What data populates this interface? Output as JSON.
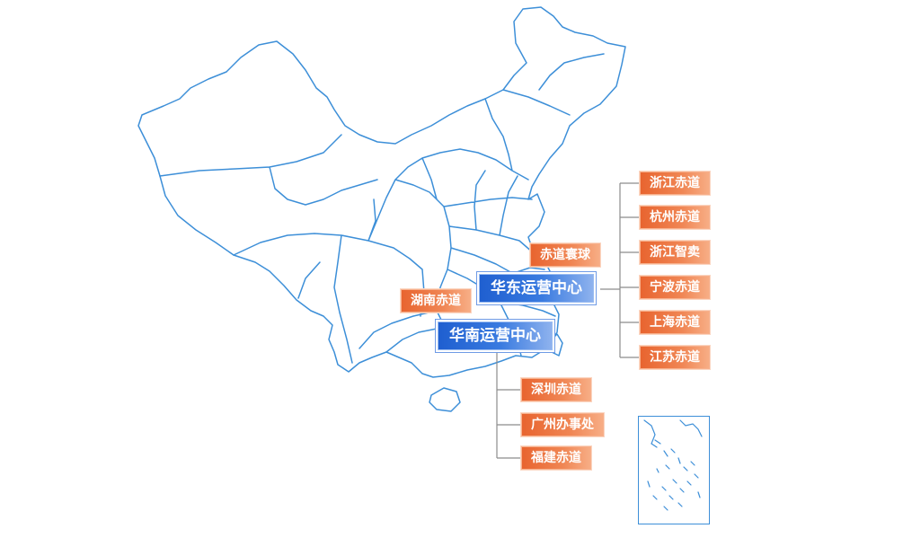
{
  "map": {
    "region": "China provinces outline",
    "outline_color": "#3d8fd8",
    "connector_color": "#8c8c8c"
  },
  "colors": {
    "tag_orange": "#e8642f",
    "hub_blue": "#1f5fd0"
  },
  "hubs": {
    "east": {
      "label": "华东运营中心"
    },
    "south": {
      "label": "华南运营中心"
    }
  },
  "standalone": {
    "hunan": {
      "label": "湖南赤道"
    },
    "huanqiu": {
      "label": "赤道寰球"
    }
  },
  "east_branches": [
    {
      "label": "浙江赤道"
    },
    {
      "label": "杭州赤道"
    },
    {
      "label": "浙江智卖"
    },
    {
      "label": "宁波赤道"
    },
    {
      "label": "上海赤道"
    },
    {
      "label": "江苏赤道"
    }
  ],
  "south_branches": [
    {
      "label": "深圳赤道"
    },
    {
      "label": "广州办事处"
    },
    {
      "label": "福建赤道"
    }
  ],
  "inset": {
    "name": "South China Sea inset"
  }
}
